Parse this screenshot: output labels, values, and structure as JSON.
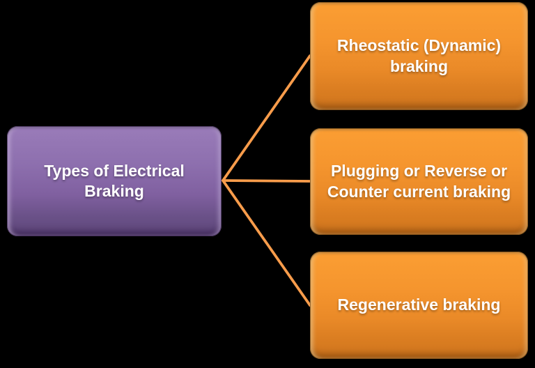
{
  "diagram": {
    "title": "Types of Electrical Braking",
    "root": {
      "label": "Types of Electrical Braking"
    },
    "branches": [
      {
        "label": "Rheostatic (Dynamic) braking"
      },
      {
        "label": "Plugging or Reverse or Counter current braking"
      },
      {
        "label": "Regenerative braking"
      }
    ],
    "colors": {
      "background": "#000000",
      "root_fill_top": "#9A7CB9",
      "root_fill_bottom": "#5F477B",
      "branch_fill_top": "#FB9E33",
      "branch_fill_bottom": "#D0761E",
      "connector": "#F89C4B",
      "text": "#FFFFFF"
    }
  }
}
